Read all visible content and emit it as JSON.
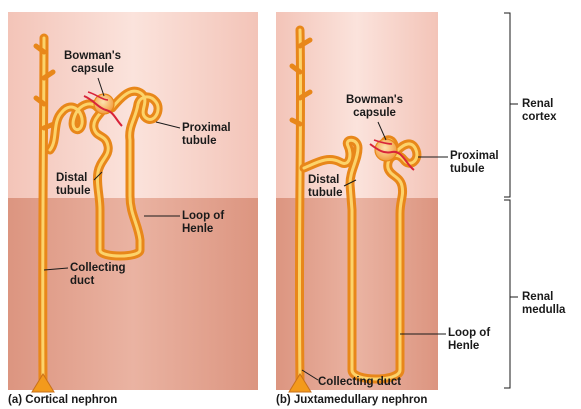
{
  "colors": {
    "cortex_bg": "#f7d6cd",
    "medulla_bg": "#e3a592",
    "tubule": "#f39a1c",
    "tubule_highlight": "#fcd36a",
    "capillary": "#d8243a",
    "line": "#1a1a1a"
  },
  "panel_a": {
    "caption_letter": "(a)",
    "caption_text": "Cortical nephron",
    "labels": {
      "bowmans_capsule": "Bowman's\ncapsule",
      "proximal_tubule": "Proximal\ntubule",
      "distal_tubule": "Distal\ntubule",
      "loop_of_henle": "Loop of\nHenle",
      "collecting_duct": "Collecting\nduct"
    }
  },
  "panel_b": {
    "caption_letter": "(b)",
    "caption_text": "Juxtamedullary nephron",
    "labels": {
      "bowmans_capsule": "Bowman's\ncapsule",
      "proximal_tubule": "Proximal\ntubule",
      "distal_tubule": "Distal\ntubule",
      "loop_of_henle": "Loop of\nHenle",
      "collecting_duct": "Collecting duct"
    }
  },
  "regions": {
    "renal_cortex": "Renal\ncortex",
    "renal_medulla": "Renal\nmedulla"
  }
}
